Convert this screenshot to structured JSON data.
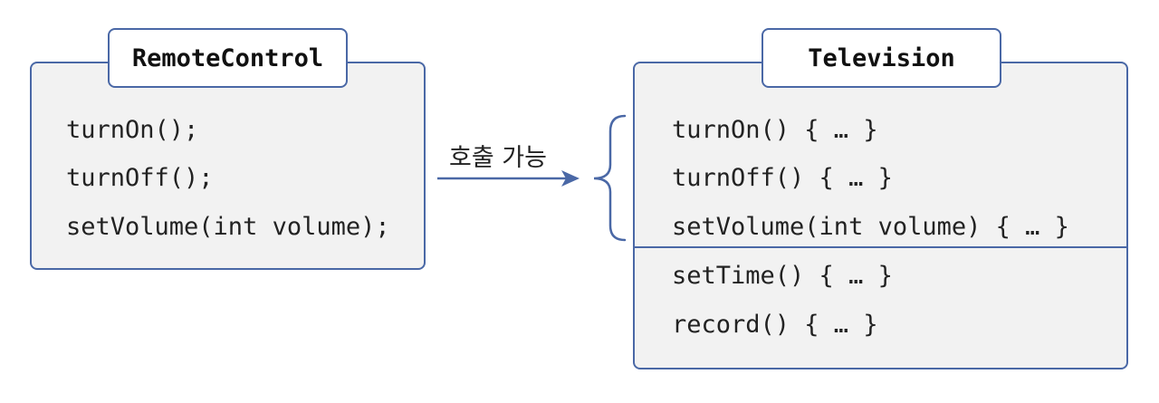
{
  "colors": {
    "border": "#4a68a6",
    "box_fill": "#f2f2f2",
    "tab_fill": "#ffffff",
    "text": "#222222"
  },
  "remote_control": {
    "title": "RemoteControl",
    "methods": [
      "turnOn();",
      "turnOff();",
      "setVolume(int volume);"
    ]
  },
  "arrow": {
    "label": "호출 가능"
  },
  "television": {
    "title": "Television",
    "interface_methods": [
      "turnOn() { … }",
      "turnOff() { … }",
      "setVolume(int volume) { … }"
    ],
    "own_methods": [
      "setTime() { … }",
      "record() { … }"
    ]
  }
}
